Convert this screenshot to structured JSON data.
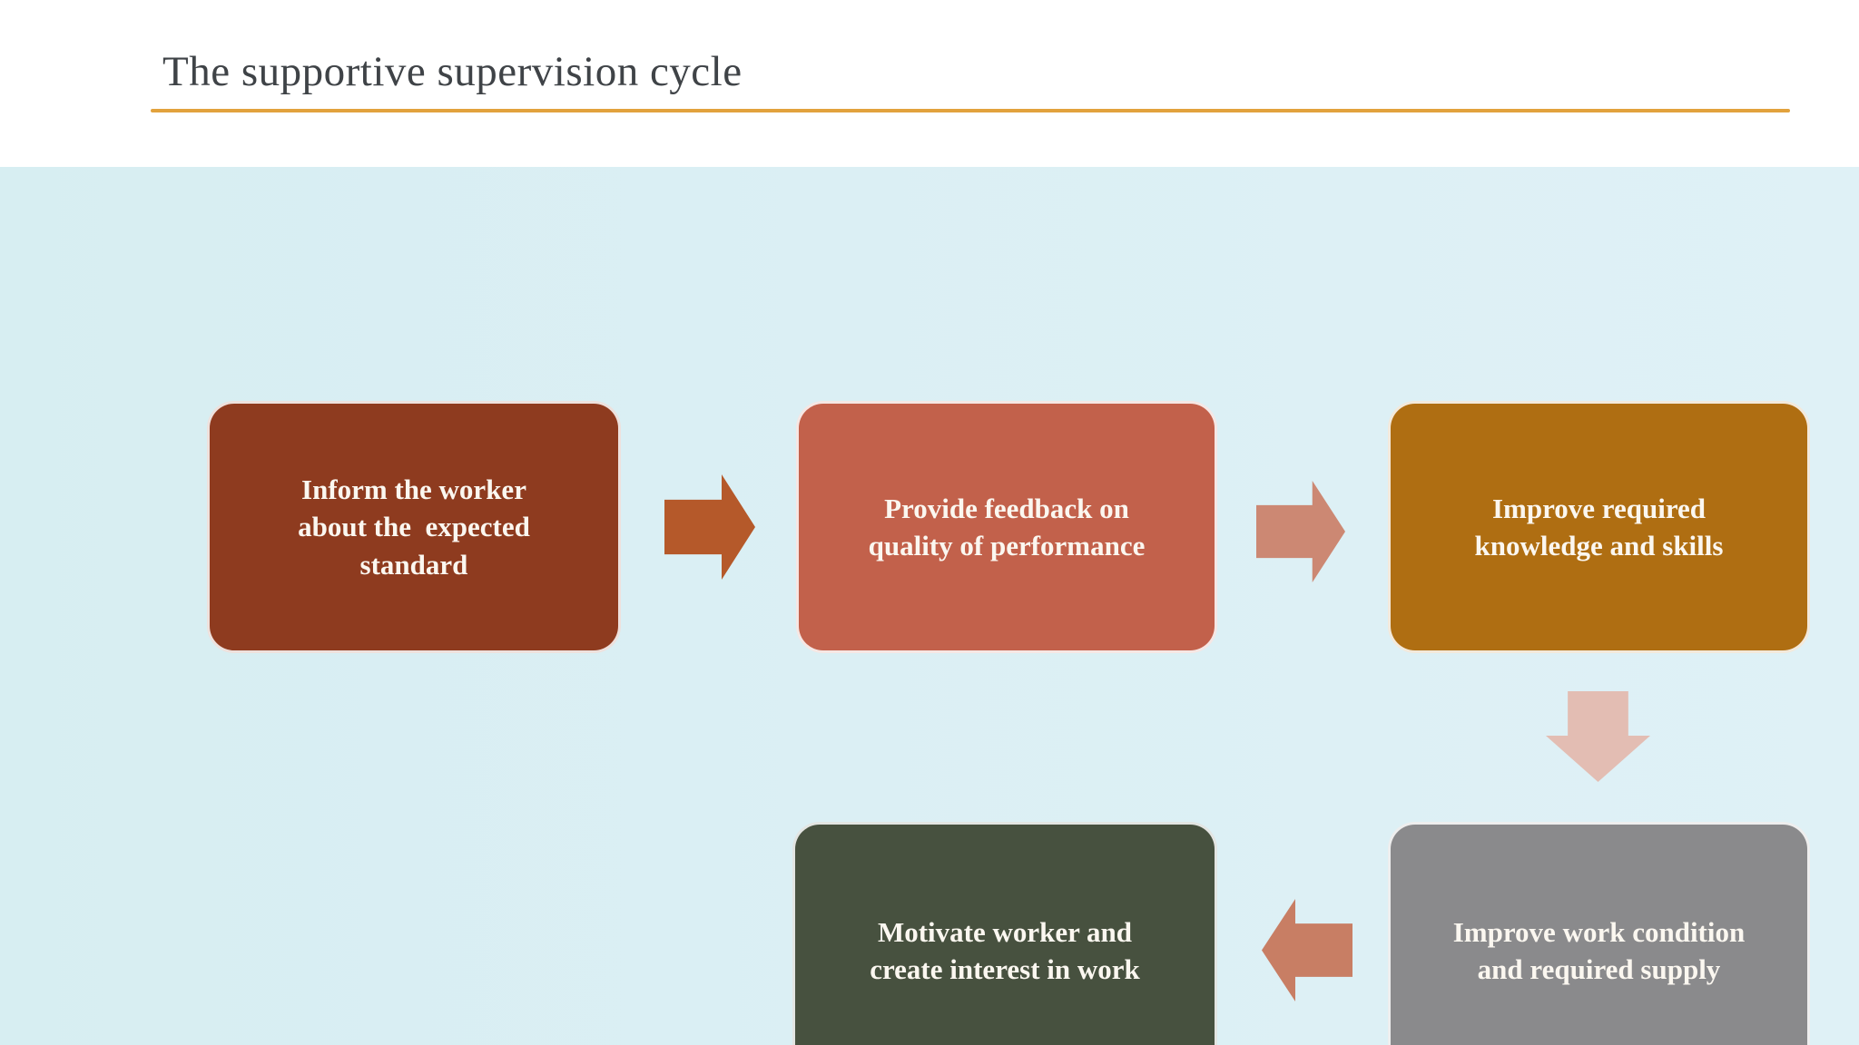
{
  "slide": {
    "title": "The supportive supervision cycle",
    "title_color": "#3f4347",
    "underline_color": "#e2a23d",
    "header_bg": "#ffffff",
    "body_bg": "#dbeff4"
  },
  "diagram": {
    "boxes": [
      {
        "name": "inform-standard",
        "label": "Inform the worker\nabout the  expected\nstandard",
        "color": "#8e3b1f",
        "text_color": "#fbf7f0"
      },
      {
        "name": "provide-feedback",
        "label": "Provide feedback on\nquality of performance",
        "color": "#c2614b",
        "text_color": "#fbf7f0"
      },
      {
        "name": "improve-knowledge",
        "label": "Improve required\nknowledge and skills",
        "color": "#af6e12",
        "text_color": "#fbf7f0"
      },
      {
        "name": "motivate-worker",
        "label": "Motivate worker and\ncreate interest in work",
        "color": "#47513f",
        "text_color": "#fbf7f0"
      },
      {
        "name": "improve-conditions",
        "label": "Improve work condition\nand required supply",
        "color": "#8a8a8c",
        "text_color": "#fbf7f0"
      }
    ],
    "arrows": [
      {
        "name": "arrow-1",
        "direction": "right",
        "from": "inform-standard",
        "to": "provide-feedback",
        "color": "#b5592a"
      },
      {
        "name": "arrow-2",
        "direction": "right",
        "from": "provide-feedback",
        "to": "improve-knowledge",
        "color": "#cc8873"
      },
      {
        "name": "arrow-3",
        "direction": "down",
        "from": "improve-knowledge",
        "to": "improve-conditions",
        "color": "#e3bdb3"
      },
      {
        "name": "arrow-4",
        "direction": "left",
        "from": "improve-conditions",
        "to": "motivate-worker",
        "color": "#c87e64"
      }
    ]
  }
}
